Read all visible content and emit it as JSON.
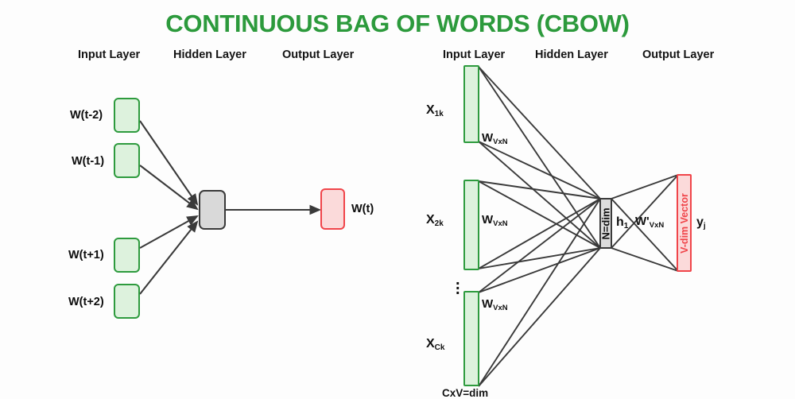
{
  "title": "CONTINUOUS BAG OF WORDS (CBOW)",
  "colors": {
    "title_green": "#2c9a3c",
    "node_fill_green": "#ddf2dd",
    "node_border_green": "#2e9b3e",
    "hidden_fill_gray": "#d9d9d9",
    "hidden_border_gray": "#3a3a3a",
    "output_fill_red": "#fbdada",
    "output_border_red": "#f0454a",
    "edge_color": "#3a3a3a",
    "background": "#fdfdfd"
  },
  "left_diagram": {
    "layer_labels": [
      "Input Layer",
      "Hidden Layer",
      "Output Layer"
    ],
    "input_nodes": [
      {
        "label": "W(t-2)"
      },
      {
        "label": "W(t-1)"
      },
      {
        "label": "W(t+1)"
      },
      {
        "label": "W(t+2)"
      }
    ],
    "hidden_node": {
      "label": ""
    },
    "output_node": {
      "label": "W(t)"
    }
  },
  "right_diagram": {
    "layer_labels": [
      "Input Layer",
      "Hidden Layer",
      "Output Layer"
    ],
    "input_vectors": [
      {
        "name": "X",
        "sub": "1k",
        "weight": "W",
        "weight_sub": "VxN"
      },
      {
        "name": "X",
        "sub": "2k",
        "weight": "W",
        "weight_sub": "VxN"
      },
      {
        "name": "X",
        "sub": "Ck",
        "weight": "W",
        "weight_sub": "VxN"
      }
    ],
    "ellipsis": "⋮",
    "input_footer": "CxV=dim",
    "hidden": {
      "bar_text": "N=dim",
      "label": "h",
      "label_sub": "1"
    },
    "output_weight": {
      "name": "W'",
      "sub": "VxN"
    },
    "output": {
      "bar_text": "V-dim Vector",
      "label": "y",
      "label_sub": "j"
    }
  }
}
